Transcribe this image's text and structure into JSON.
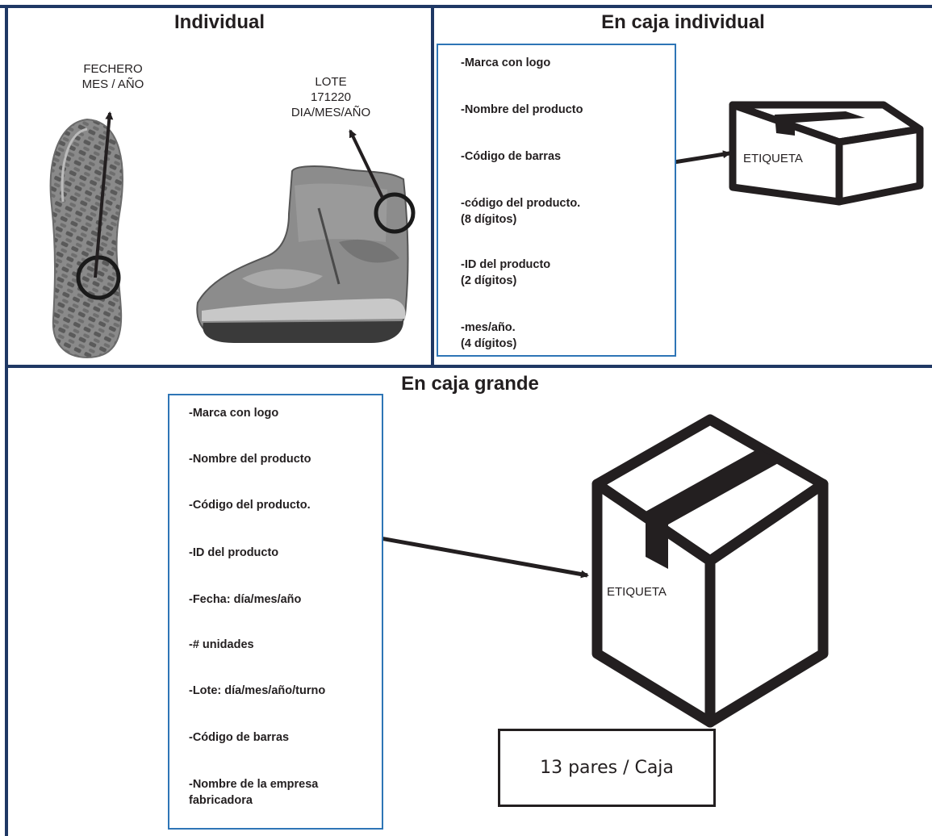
{
  "colors": {
    "frame": "#1f3864",
    "box_border": "#2e75b6",
    "ink": "#231f20"
  },
  "individual": {
    "title": "Individual",
    "fechero": "FECHERO\nMES / AÑO",
    "lote": [
      "LOTE",
      "171220",
      "DIA/MES/AÑO"
    ]
  },
  "caja_individual": {
    "title": "En caja individual",
    "items": [
      "-Marca con logo",
      "-Nombre del producto",
      "-Código de barras",
      "-código del producto.\n(8 dígitos)",
      "-ID del producto\n(2 dígitos)",
      "-mes/año.\n(4 dígitos)"
    ],
    "label": "ETIQUETA"
  },
  "caja_grande": {
    "title": "En caja grande",
    "items": [
      "-Marca con logo",
      "-Nombre del producto",
      "-Código del producto.",
      "-ID del producto",
      "-Fecha: día/mes/año",
      "-# unidades",
      "-Lote: día/mes/año/turno",
      "-Código de barras",
      "-Nombre de la empresa\nfabricadora"
    ],
    "label": "ETIQUETA",
    "count": "13 pares / Caja"
  }
}
